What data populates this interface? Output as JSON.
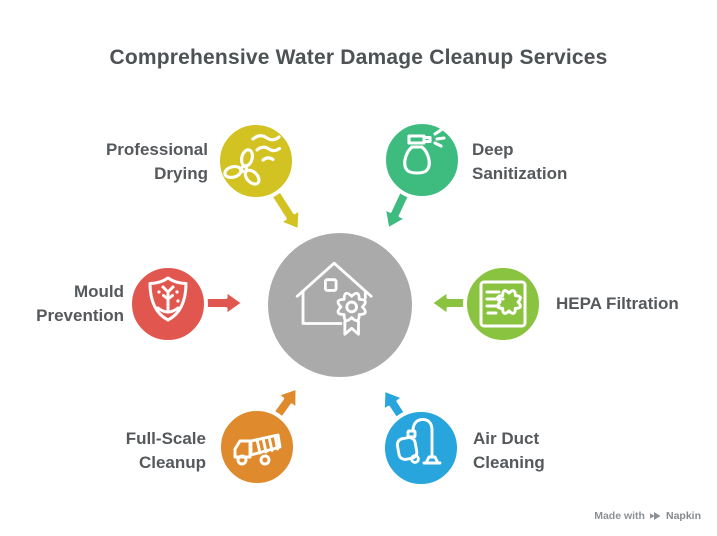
{
  "title": "Comprehensive Water Damage Cleanup Services",
  "center": {
    "icon": "house-certified-icon",
    "color": "#a9aaa9"
  },
  "nodes": [
    {
      "id": "professional-drying",
      "label_line1": "Professional",
      "label_line2": "Drying",
      "color": "#d2c323",
      "icon": "fan-drying-icon"
    },
    {
      "id": "deep-sanitization",
      "label_line1": "Deep",
      "label_line2": "Sanitization",
      "color": "#3ebc7f",
      "icon": "spray-bottle-icon"
    },
    {
      "id": "mould-prevention",
      "label_line1": "Mould",
      "label_line2": "Prevention",
      "color": "#e1574f",
      "icon": "shield-mould-icon"
    },
    {
      "id": "hepa-filtration",
      "label_line1": "HEPA Filtration",
      "label_line2": "",
      "color": "#8ac340",
      "icon": "air-filter-icon"
    },
    {
      "id": "full-scale-cleanup",
      "label_line1": "Full-Scale",
      "label_line2": "Cleanup",
      "color": "#de8a2d",
      "icon": "dump-truck-icon"
    },
    {
      "id": "air-duct-cleaning",
      "label_line1": "Air Duct",
      "label_line2": "Cleaning",
      "color": "#28a5dc",
      "icon": "vacuum-icon"
    }
  ],
  "footer": {
    "made_with": "Made with",
    "brand": "Napkin"
  },
  "colors": {
    "background": "#ffffff",
    "title_text": "#4d5254",
    "label_text": "#55595c",
    "footer_text": "#8c9196",
    "icon_stroke": "#ffffff"
  }
}
